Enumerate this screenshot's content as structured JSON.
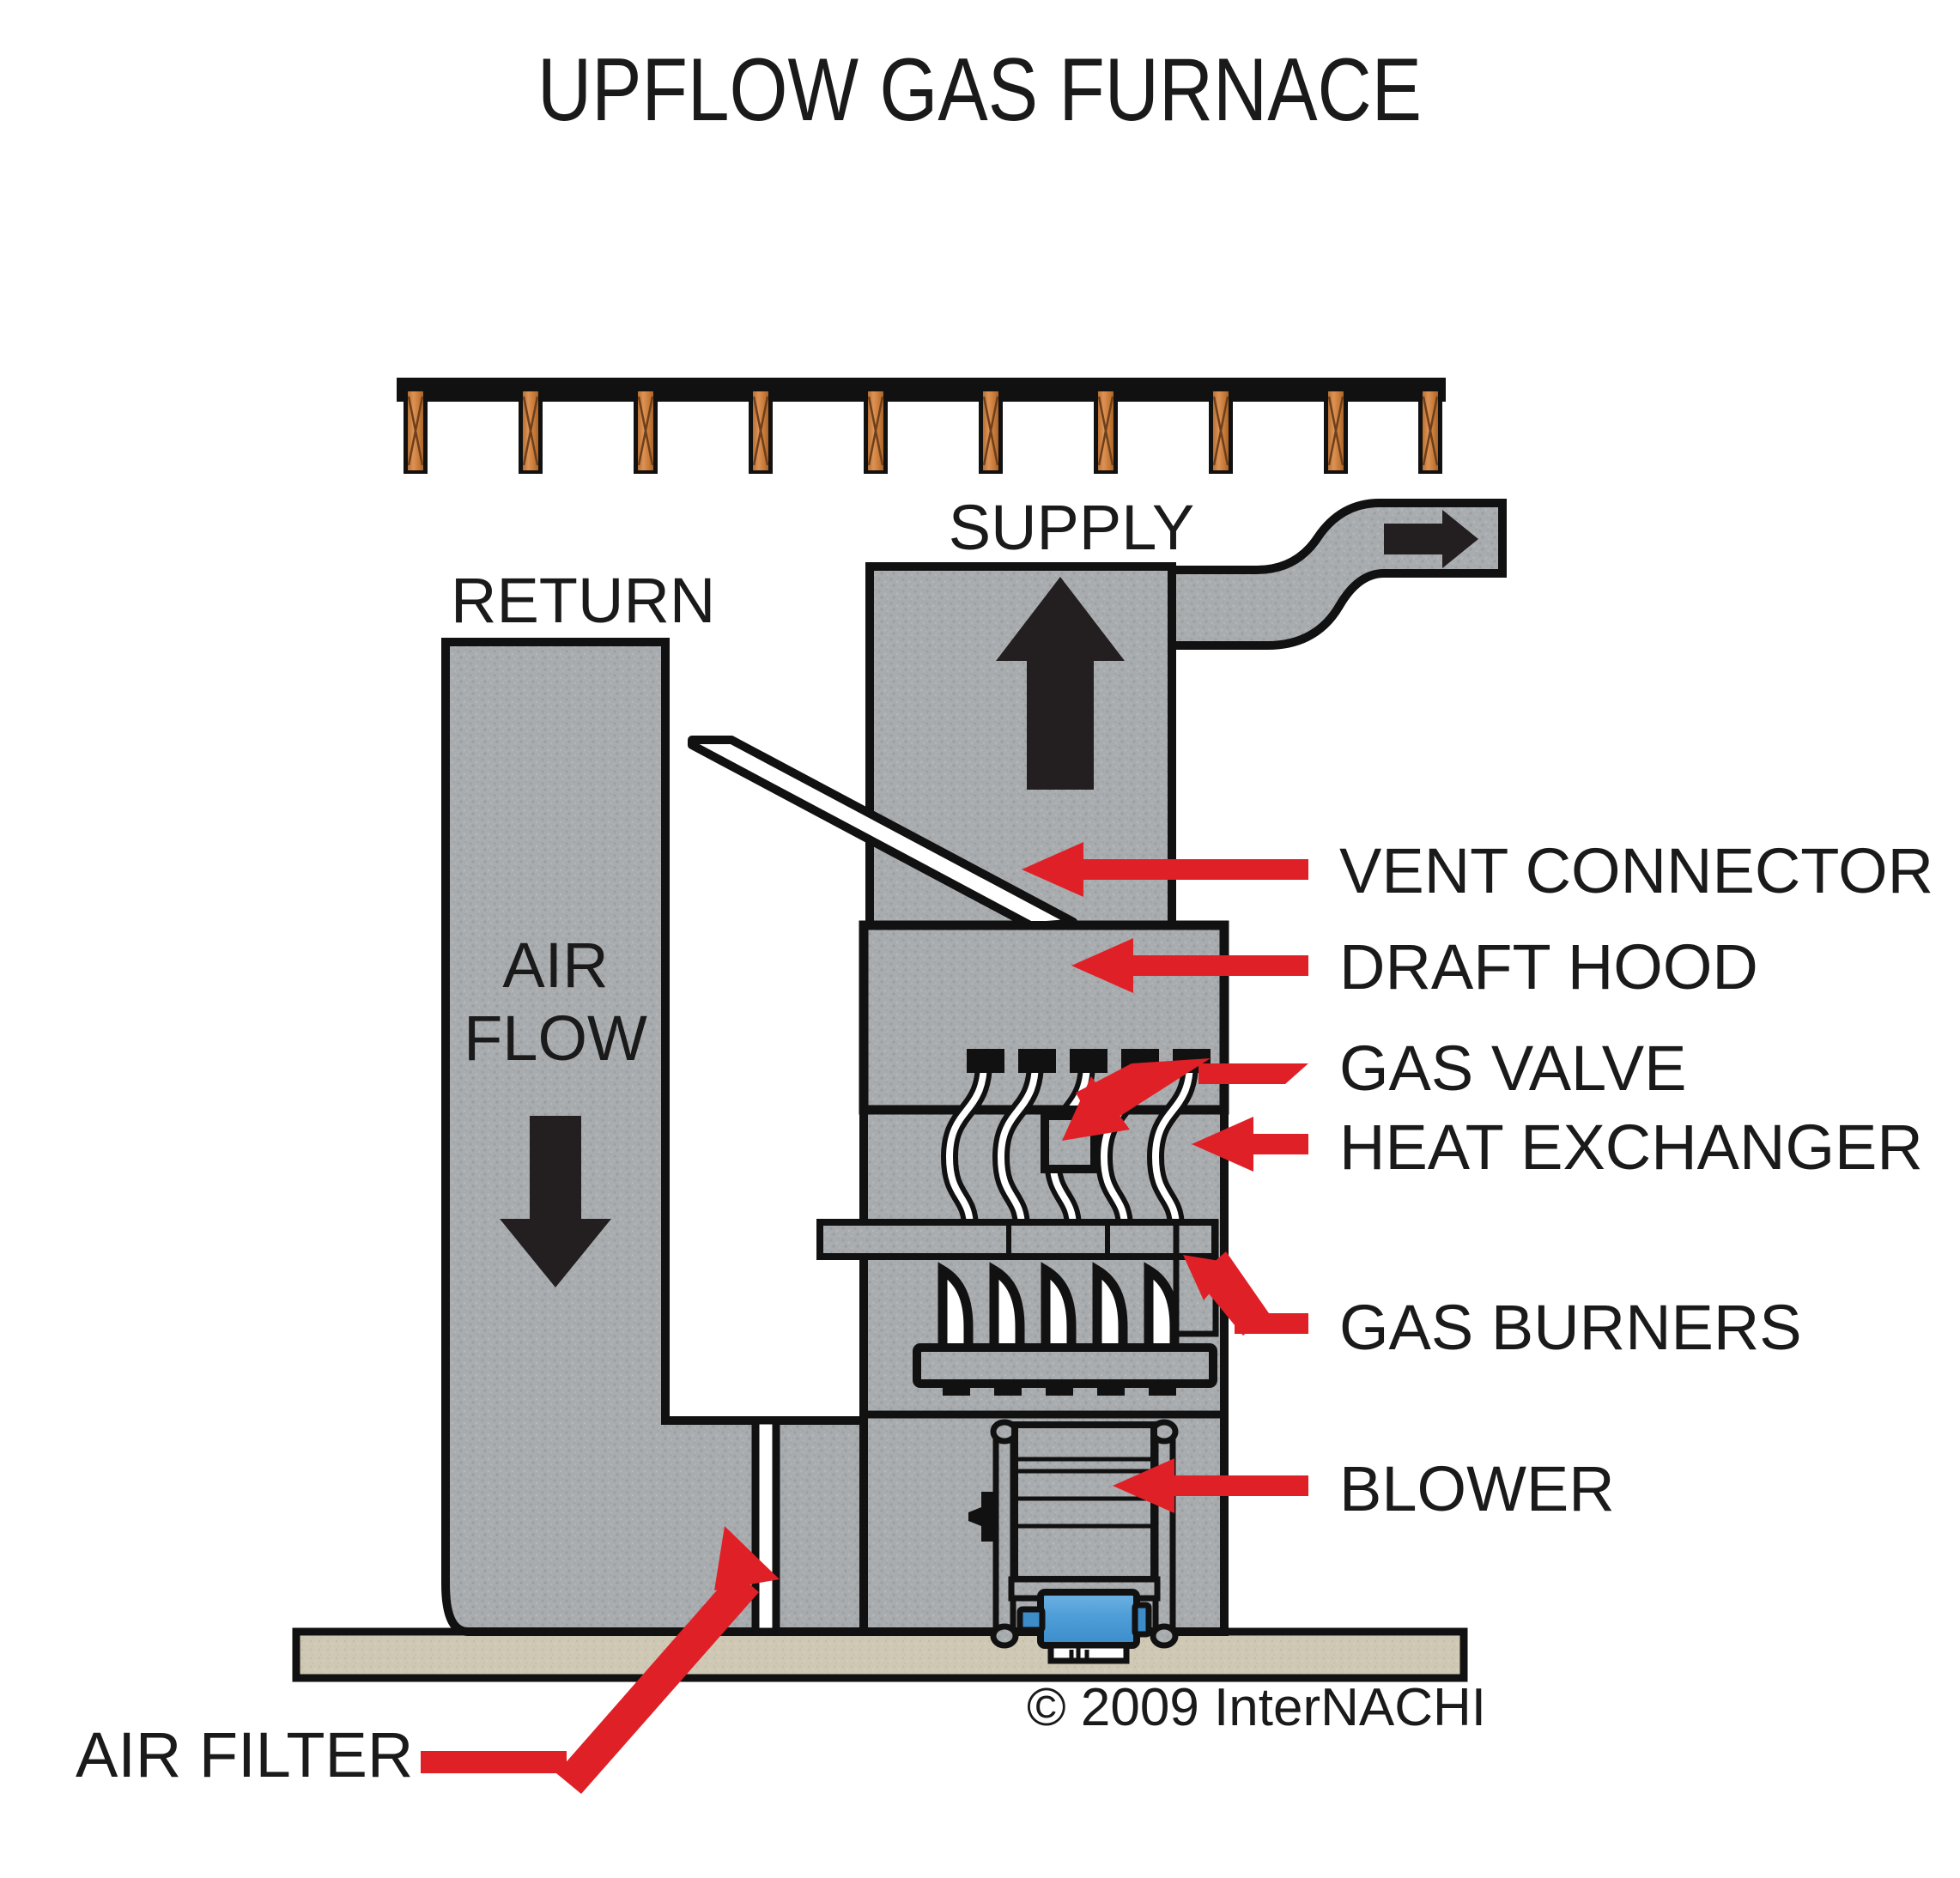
{
  "title": "UPFLOW GAS FURNACE",
  "copyright": "© 2009  InterNACHI",
  "duct_labels": {
    "return": "RETURN",
    "supply": "SUPPLY",
    "airflow_line1": "AIR",
    "airflow_line2": "FLOW"
  },
  "callouts": [
    {
      "id": "vent-connector",
      "label": "VENT CONNECTOR"
    },
    {
      "id": "draft-hood",
      "label": "DRAFT HOOD"
    },
    {
      "id": "gas-valve",
      "label": "GAS VALVE"
    },
    {
      "id": "heat-exchanger",
      "label": "HEAT EXCHANGER"
    },
    {
      "id": "gas-burners",
      "label": "GAS BURNERS"
    },
    {
      "id": "blower",
      "label": "BLOWER"
    },
    {
      "id": "air-filter",
      "label": "AIR FILTER"
    }
  ],
  "colors": {
    "background": "#ffffff",
    "sheet_metal": "#a9acae",
    "sheet_metal_dark": "#9a9d9f",
    "outline": "#111111",
    "callout_red": "#e02027",
    "joist_wood": "#d4833f",
    "joist_wood_dark": "#7a4a22",
    "concrete_slab": "#cfc8b4",
    "motor_blue": "#4f9ed8",
    "motor_blue_dark": "#2f7fba",
    "arrow_black": "#231f20",
    "vent_white": "#ffffff"
  },
  "geometry": {
    "joist_count": 10,
    "heat_exchanger_tubes": 5,
    "burner_count": 5,
    "blower_slat_count": 4
  }
}
